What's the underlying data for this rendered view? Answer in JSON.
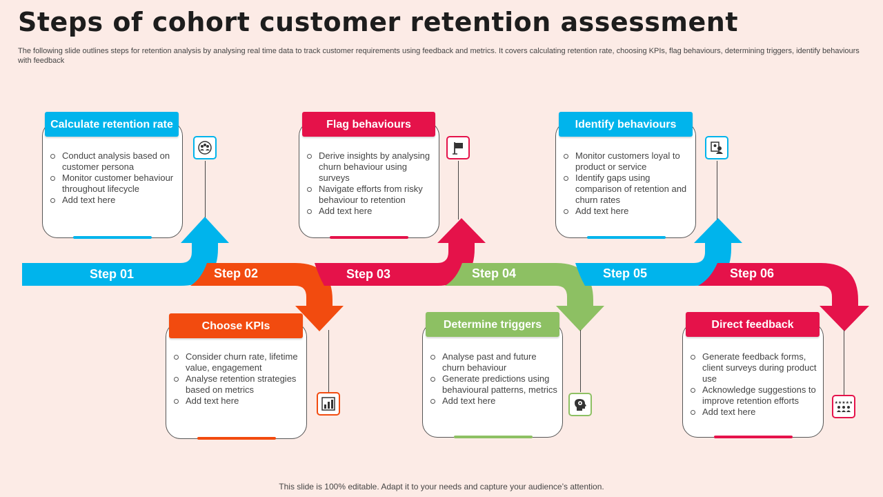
{
  "title": "Steps of cohort customer retention assessment",
  "subtitle": "The following slide outlines steps for retention analysis by analysing real time data to track customer requirements using feedback and metrics. It covers calculating retention rate, choosing KPIs, flag behaviours, determining triggers, identify behaviours with feedback",
  "footer": "This slide is 100% editable. Adapt it to your needs and capture your audience’s attention.",
  "colors": {
    "blue": "#00b4ec",
    "orange": "#f24b0f",
    "red": "#e5124a",
    "green": "#8dc063",
    "background": "#fcebe6"
  },
  "steps": [
    {
      "label": "Step 01",
      "color": "#00b4ec"
    },
    {
      "label": "Step 02",
      "color": "#f24b0f"
    },
    {
      "label": "Step 03",
      "color": "#e5124a"
    },
    {
      "label": "Step 04",
      "color": "#8dc063"
    },
    {
      "label": "Step 05",
      "color": "#00b4ec"
    },
    {
      "label": "Step 06",
      "color": "#e5124a"
    }
  ],
  "cards": [
    {
      "heading": "Calculate retention rate",
      "icon": "people-network-icon",
      "bullets": [
        "Conduct analysis based on customer persona",
        "Monitor customer behaviour throughout lifecycle",
        "Add text here"
      ]
    },
    {
      "heading": "Choose KPIs",
      "icon": "bar-chart-icon",
      "bullets": [
        "Consider churn rate, lifetime value, engagement",
        "Analyse retention strategies based on metrics",
        "Add text here"
      ]
    },
    {
      "heading": "Flag behaviours",
      "icon": "flag-icon",
      "bullets": [
        "Derive insights by analysing churn behaviour using surveys",
        "Navigate efforts from risky behaviour to retention",
        "Add text here"
      ]
    },
    {
      "heading": "Determine triggers",
      "icon": "head-gear-icon",
      "bullets": [
        "Analyse past and future churn behaviour",
        "Generate predictions using behavioural patterns, metrics",
        "Add text here"
      ]
    },
    {
      "heading": "Identify behaviours",
      "icon": "user-profile-icon",
      "bullets": [
        "Monitor customers loyal to product or service",
        "Identify gaps using comparison of retention and churn rates",
        "Add text here"
      ]
    },
    {
      "heading": "Direct feedback",
      "icon": "group-rating-icon",
      "bullets": [
        "Generate feedback forms, client surveys during product use",
        "Acknowledge suggestions to improve retention efforts",
        "Add text here"
      ]
    }
  ]
}
